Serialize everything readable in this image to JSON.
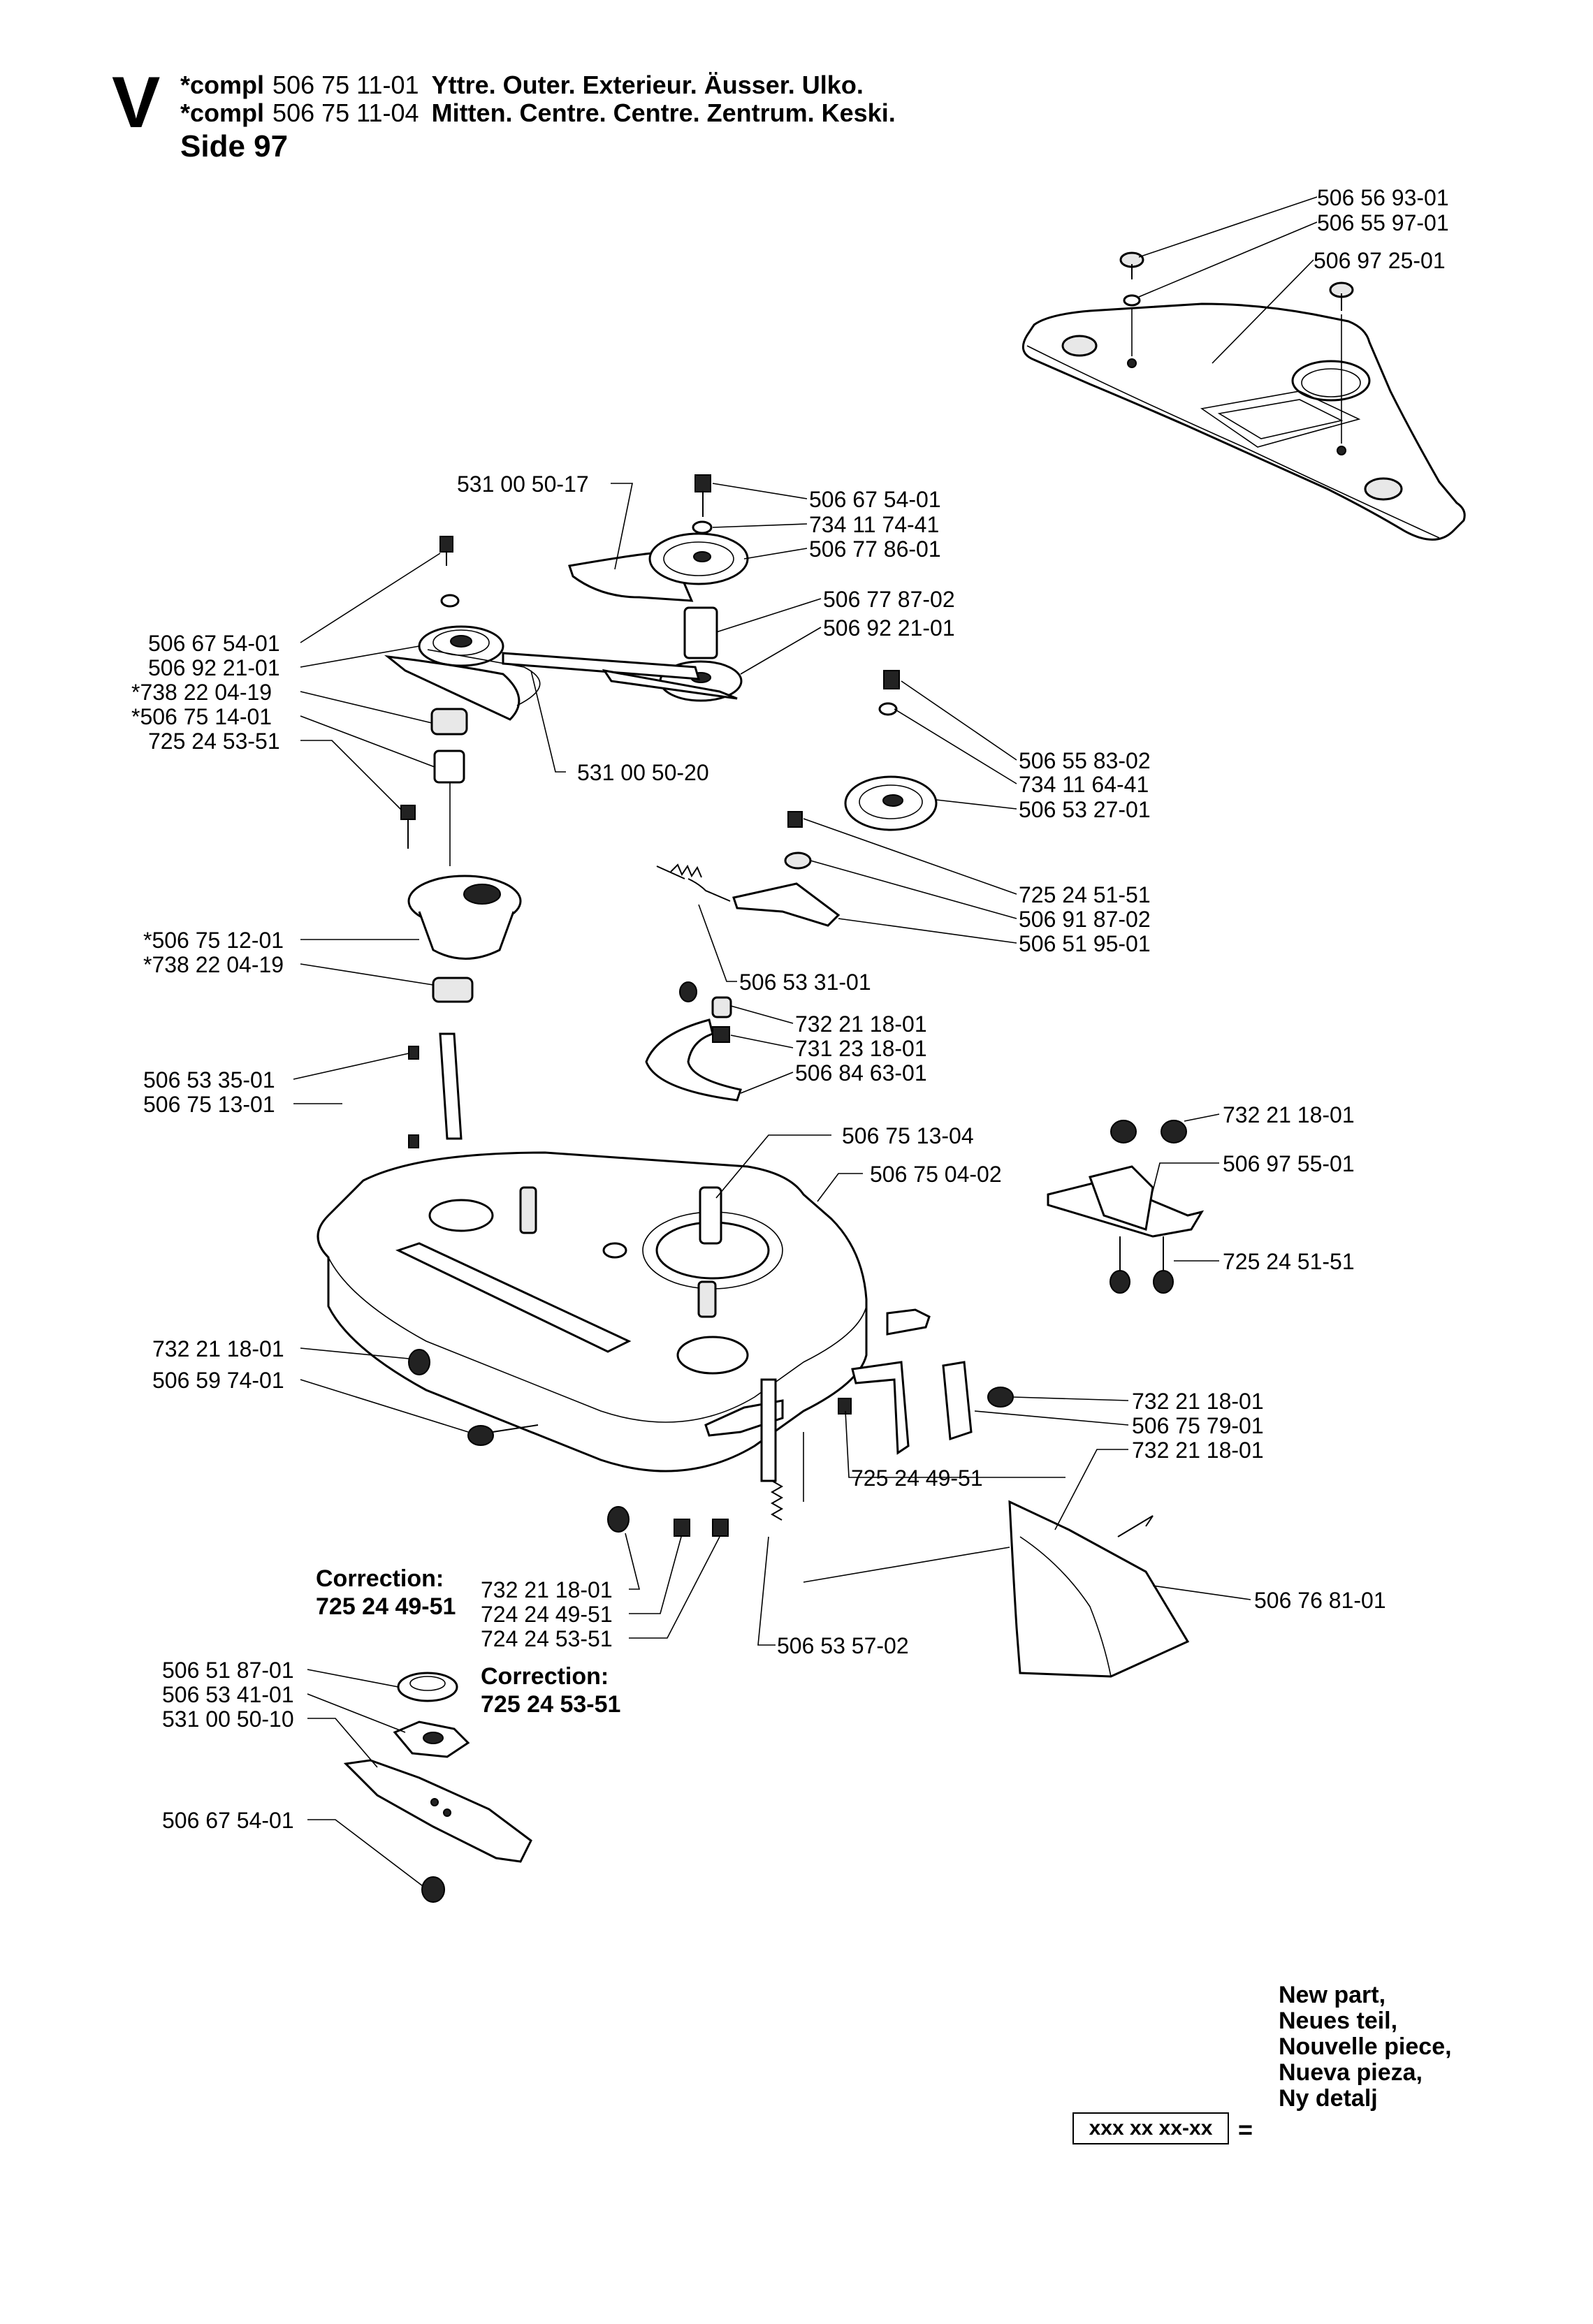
{
  "header": {
    "section_letter": "V",
    "lines": [
      {
        "prefix": "*compl",
        "number": "506 75 11-01",
        "text": "Yttre. Outer. Exterieur. Äusser. Ulko."
      },
      {
        "prefix": "*compl",
        "number": "506 75 11-04",
        "text": "Mitten. Centre. Centre. Zentrum. Keski."
      }
    ],
    "side": "Side 97"
  },
  "labels": [
    {
      "id": "l1",
      "text": "506 56 93-01"
    },
    {
      "id": "l2",
      "text": "506 55 97-01"
    },
    {
      "id": "l3",
      "text": "506 97 25-01"
    },
    {
      "id": "l4",
      "text": "531 00 50-17"
    },
    {
      "id": "l5",
      "text": "506 67 54-01"
    },
    {
      "id": "l6",
      "text": "734 11 74-41"
    },
    {
      "id": "l7",
      "text": "506 77 86-01"
    },
    {
      "id": "l8",
      "text": "506 77 87-02"
    },
    {
      "id": "l9",
      "text": "506 92 21-01"
    },
    {
      "id": "l10",
      "text": "506 67 54-01"
    },
    {
      "id": "l11",
      "text": "506 92 21-01"
    },
    {
      "id": "l12",
      "text": "*738 22 04-19"
    },
    {
      "id": "l13",
      "text": "*506 75 14-01"
    },
    {
      "id": "l14",
      "text": "725 24 53-51"
    },
    {
      "id": "l15",
      "text": "531 00 50-20"
    },
    {
      "id": "l16",
      "text": "506 55 83-02"
    },
    {
      "id": "l17",
      "text": "734 11 64-41"
    },
    {
      "id": "l18",
      "text": "506 53 27-01"
    },
    {
      "id": "l19",
      "text": "725 24 51-51"
    },
    {
      "id": "l20",
      "text": "506 91 87-02"
    },
    {
      "id": "l21",
      "text": "506 51 95-01"
    },
    {
      "id": "l22",
      "text": "*506 75 12-01"
    },
    {
      "id": "l23",
      "text": "*738 22 04-19"
    },
    {
      "id": "l24",
      "text": "506 53 31-01"
    },
    {
      "id": "l25",
      "text": "732 21 18-01"
    },
    {
      "id": "l26",
      "text": "731 23 18-01"
    },
    {
      "id": "l27",
      "text": "506 84 63-01"
    },
    {
      "id": "l28",
      "text": "506 53 35-01"
    },
    {
      "id": "l29",
      "text": "506 75 13-01"
    },
    {
      "id": "l30",
      "text": "506 75 13-04"
    },
    {
      "id": "l31",
      "text": "506 75 04-02"
    },
    {
      "id": "l32",
      "text": "732 21 18-01"
    },
    {
      "id": "l33",
      "text": "506 97 55-01"
    },
    {
      "id": "l34",
      "text": "725 24 51-51"
    },
    {
      "id": "l35",
      "text": "732 21 18-01"
    },
    {
      "id": "l36",
      "text": "506 59 74-01"
    },
    {
      "id": "l37",
      "text": "732 21 18-01"
    },
    {
      "id": "l38",
      "text": "506 75 79-01"
    },
    {
      "id": "l39",
      "text": "732 21 18-01"
    },
    {
      "id": "l40",
      "text": "725 24 49-51"
    },
    {
      "id": "l41",
      "text": "732 21 18-01"
    },
    {
      "id": "l42",
      "text": "724 24 49-51"
    },
    {
      "id": "l43",
      "text": "724 24 53-51"
    },
    {
      "id": "l44",
      "text": "506 53 57-02"
    },
    {
      "id": "l45",
      "text": "506 76 81-01"
    },
    {
      "id": "l46",
      "text": "506 51 87-01"
    },
    {
      "id": "l47",
      "text": "506 53 41-01"
    },
    {
      "id": "l48",
      "text": "531 00 50-10"
    },
    {
      "id": "l49",
      "text": "506 67 54-01"
    }
  ],
  "corrections": [
    {
      "title": "Correction:",
      "number": "725 24 49-51"
    },
    {
      "title": "Correction:",
      "number": "725 24 53-51"
    }
  ],
  "legend": {
    "lines": [
      "New part,",
      "Neues teil,",
      "Nouvelle piece,",
      "Nueva pieza,",
      "Ny detalj"
    ],
    "box": "xxx xx xx-xx",
    "equals": "="
  }
}
